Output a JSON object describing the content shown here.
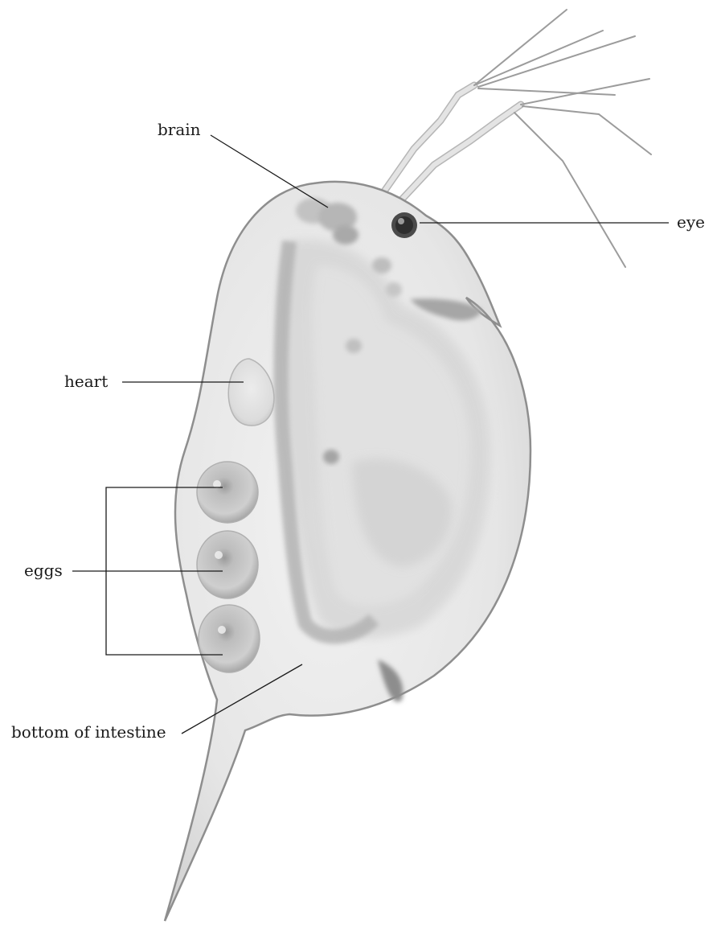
{
  "labels": {
    "brain": "brain",
    "eye": "eye",
    "heart": "heart",
    "eggs": "eggs",
    "intestine": "bottom of intestine"
  }
}
